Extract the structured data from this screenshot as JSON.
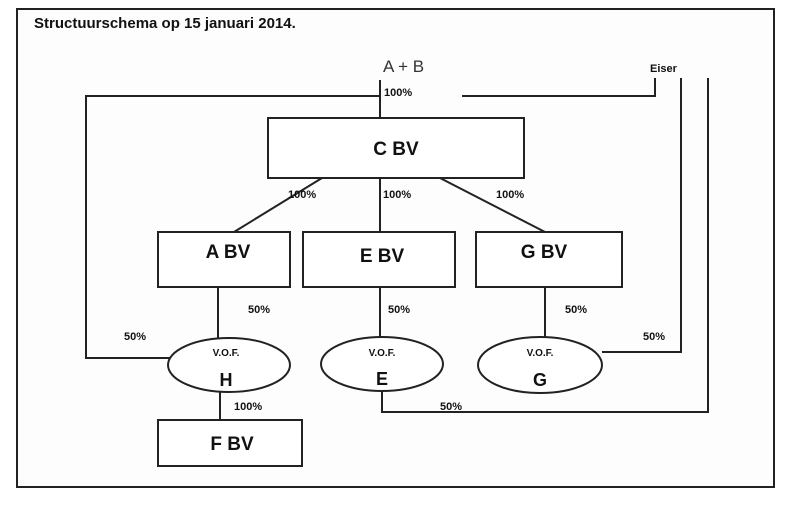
{
  "title": "Structuurschema op 15 januari 2014.",
  "top_owner": "A + B",
  "eiser": "Eiser",
  "boxes": {
    "c": "C  BV",
    "a": "A  BV",
    "e": "E  BV",
    "g": "G  BV",
    "f": "F  BV"
  },
  "vofs": {
    "h": {
      "label": "V.O.F.",
      "letter": "H"
    },
    "e": {
      "label": "V.O.F.",
      "letter": "E"
    },
    "g": {
      "label": "V.O.F.",
      "letter": "G"
    }
  },
  "percentages": {
    "ab_to_c": "100%",
    "c_to_a": "100%",
    "c_to_e": "100%",
    "c_to_g": "100%",
    "a_to_vofh": "50%",
    "e_to_vofe": "50%",
    "g_to_vofg": "50%",
    "ab_to_vofh": "50%",
    "eiser_to_vofg": "50%",
    "eiser_to_vofe": "50%",
    "vofh_to_f": "100%"
  }
}
